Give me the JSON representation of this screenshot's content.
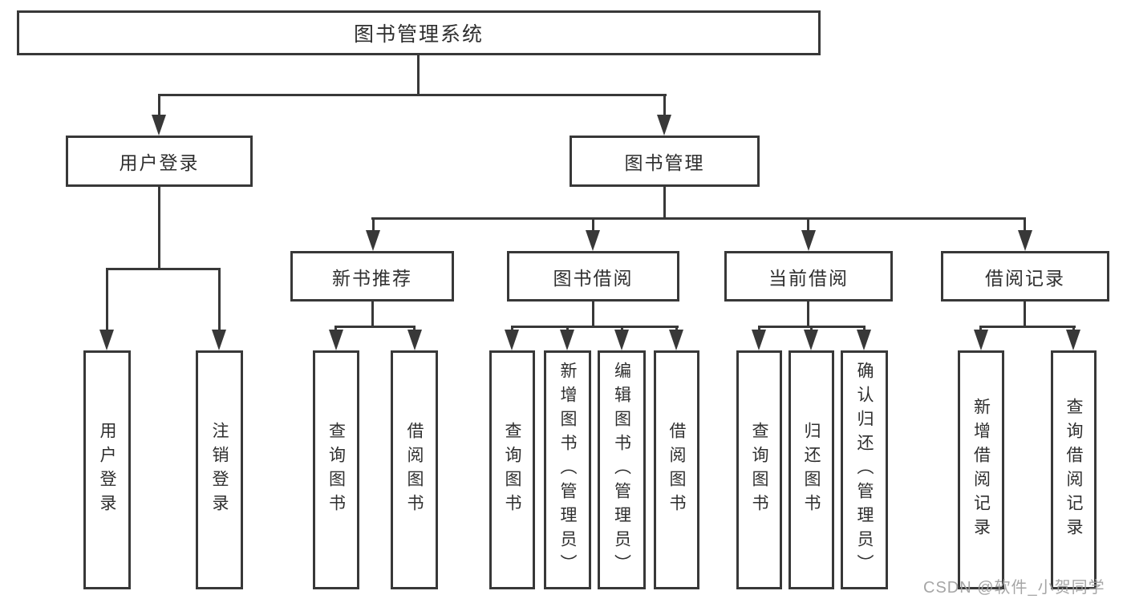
{
  "diagram": {
    "title_node": "图书管理系统",
    "root": {
      "label": "图书管理系统"
    },
    "level2": [
      {
        "label": "用户登录",
        "children": [
          {
            "label": "用户登录"
          },
          {
            "label": "注销登录"
          }
        ]
      },
      {
        "label": "图书管理",
        "children": [
          {
            "label": "新书推荐",
            "children": [
              {
                "label": "查询图书"
              },
              {
                "label": "借阅图书"
              }
            ]
          },
          {
            "label": "图书借阅",
            "children": [
              {
                "label": "查询图书"
              },
              {
                "label": "新增图书（管理员）"
              },
              {
                "label": "编辑图书（管理员）"
              },
              {
                "label": "借阅图书"
              }
            ]
          },
          {
            "label": "当前借阅",
            "children": [
              {
                "label": "查询图书"
              },
              {
                "label": "归还图书"
              },
              {
                "label": "确认归还（管理员）"
              }
            ]
          },
          {
            "label": "借阅记录",
            "children": [
              {
                "label": "新增借阅记录"
              },
              {
                "label": "查询借阅记录"
              }
            ]
          }
        ]
      }
    ]
  },
  "watermark": {
    "text": "CSDN @软件_小贺同学",
    "color": "#9e9e9e"
  },
  "colors": {
    "line": "#383838",
    "text": "#2f2f2f",
    "background": "#ffffff"
  }
}
